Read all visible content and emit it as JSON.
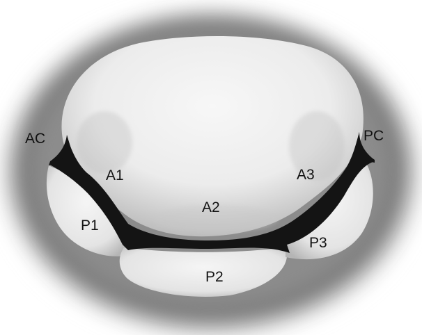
{
  "labels": {
    "ac": "AC",
    "pc": "PC",
    "a1": "A1",
    "a2": "A2",
    "a3": "A3",
    "p1": "P1",
    "p2": "P2",
    "p3": "P3"
  },
  "colors": {
    "rim_dark": "#6e6e6e",
    "rim_light": "#cfcfcf",
    "leaflet": "#f2f2f2",
    "leaflet_shade": "#c8c8c8",
    "coaptation": "#141414",
    "label": "#111111"
  }
}
